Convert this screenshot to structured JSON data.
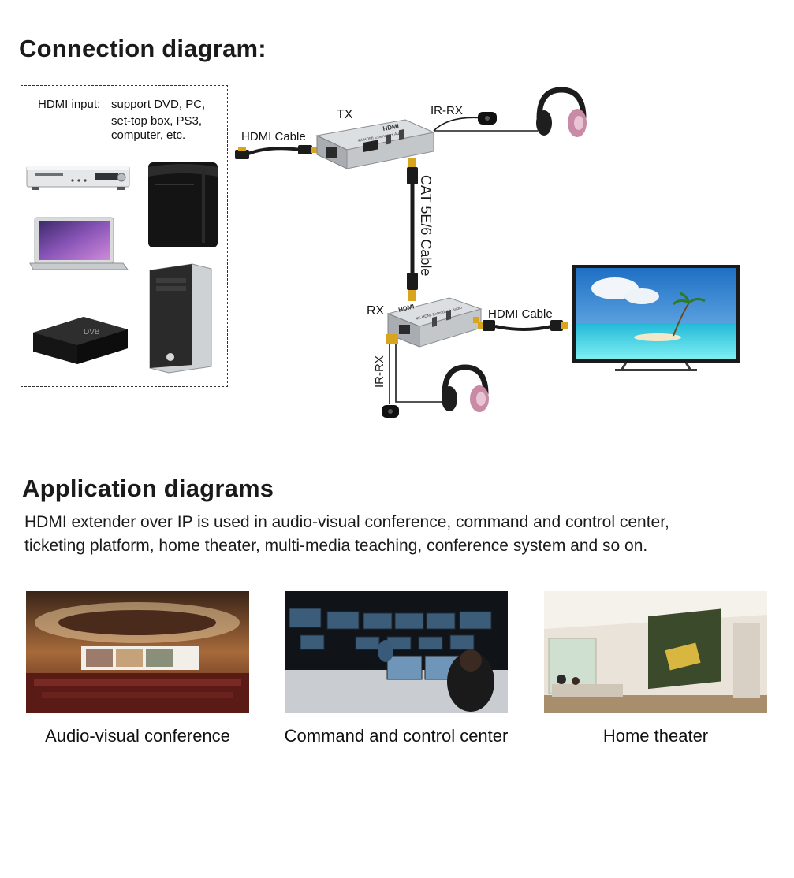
{
  "connection": {
    "title": "Connection diagram:",
    "hdmi_input_label": "HDMI input:",
    "hdmi_input_desc": [
      "support DVD, PC,",
      "set-top box, PS3,",
      "computer, etc."
    ],
    "tx_label": "TX",
    "rx_label": "RX",
    "ir_rx_label_tx": "IR-RX",
    "ir_rx_label_rx": "IR-RX",
    "hdmi_cable_in": "HDMI Cable",
    "hdmi_cable_out": "HDMI Cable",
    "cat_cable": "CAT 5E/6 Cable",
    "device_hdmi_text": "HDMI",
    "device_subtext": "4K HDMI Extender + Audio",
    "box_brand_text": "DVB"
  },
  "application": {
    "title": "Application diagrams",
    "description_lines": [
      "HDMI extender over IP is used in audio-visual conference, command and control center,",
      "ticketing platform, home theater, multi-media teaching, conference system and so on."
    ],
    "photos": [
      {
        "caption": "Audio-visual conference"
      },
      {
        "caption": "Command and control center"
      },
      {
        "caption": "Home theater"
      }
    ]
  },
  "colors": {
    "device_silver": "#c9cccf",
    "cable_black": "#1b1b1b",
    "connector_gold": "#d9a51e",
    "headphone_pink": "#c98aa6",
    "sky_blue": "#3f8fd6",
    "sea_cyan": "#4fd0e0"
  }
}
